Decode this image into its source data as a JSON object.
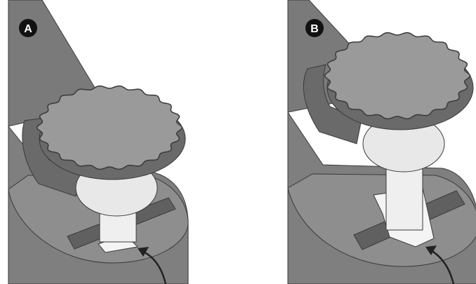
{
  "panels": [
    {
      "label": "A"
    },
    {
      "label": "B"
    }
  ],
  "colors": {
    "background": "#ffffff",
    "dark_body": "#7a7a7a",
    "base_plate": "#8e8e8e",
    "base_side": "#808080",
    "cap": "#9a9a9a",
    "cap_shadow": "#6a6a6a",
    "stem": "#efefef",
    "slot": "#606060",
    "tab": "#f4f4f4",
    "outline": "#3a3a3a",
    "badge": "#111111"
  },
  "icons": [
    "label-badge",
    "scalloped-cap",
    "curved-arrow"
  ]
}
